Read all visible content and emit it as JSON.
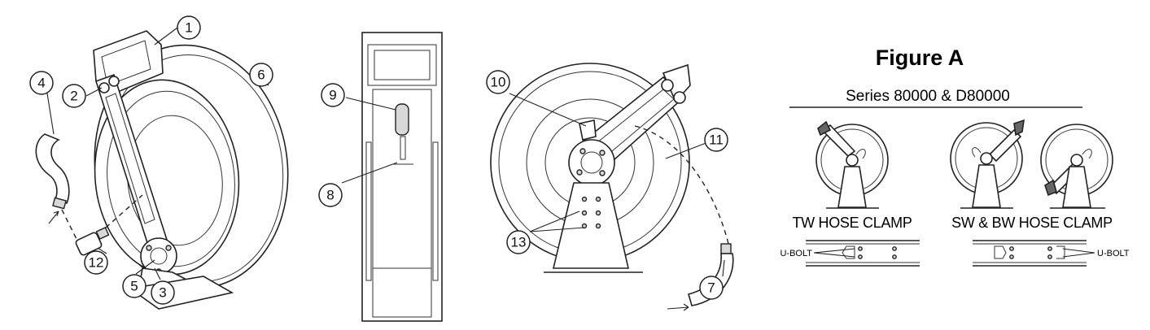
{
  "callouts": [
    "1",
    "2",
    "3",
    "4",
    "5",
    "6",
    "7",
    "8",
    "9",
    "10",
    "11",
    "12",
    "13"
  ],
  "figure_a": {
    "title": "Figure A",
    "series": "Series 80000 & D80000",
    "tw_label": "TW HOSE CLAMP",
    "sw_bw_label": "SW & BW HOSE CLAMP",
    "ubolt_left": "U-BOLT",
    "ubolt_right": "U-BOLT"
  }
}
